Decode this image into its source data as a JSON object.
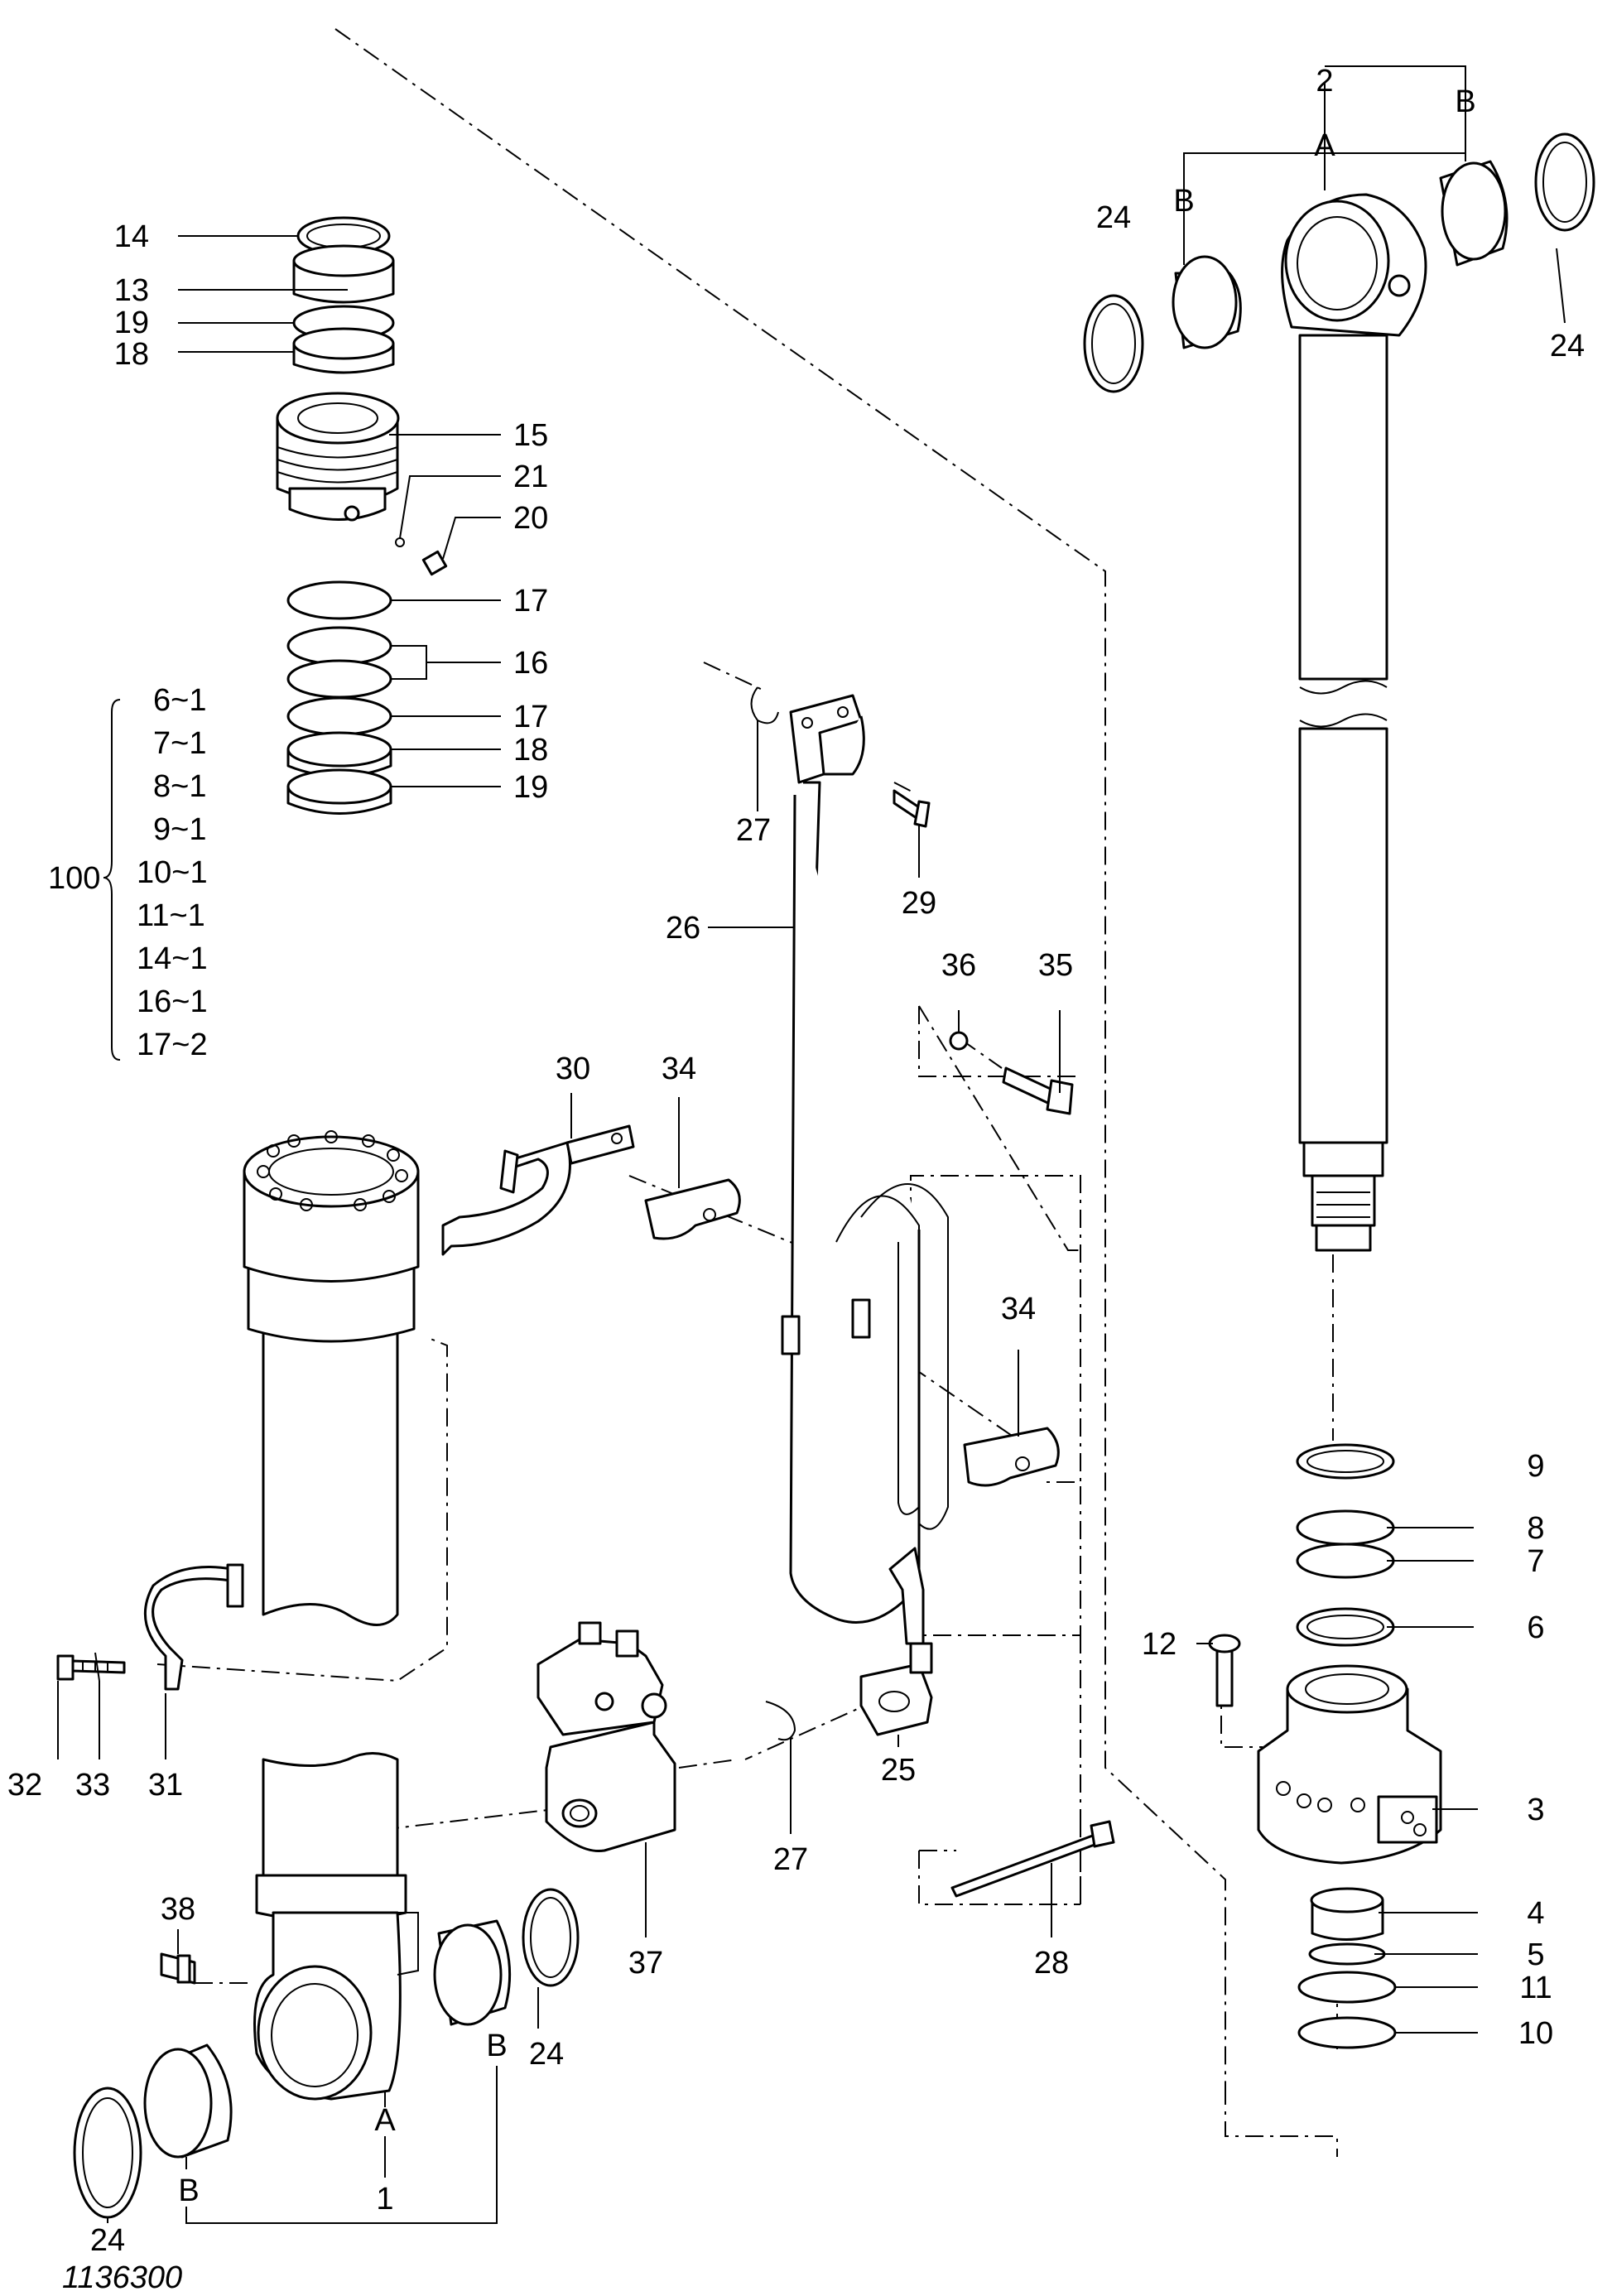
{
  "drawing_number": "1136300",
  "callouts": {
    "c1": "1",
    "c2": "2",
    "c3": "3",
    "c4": "4",
    "c5": "5",
    "c6": "6",
    "c7": "7",
    "c8": "8",
    "c9": "9",
    "c10": "10",
    "c11": "11",
    "c12": "12",
    "c13": "13",
    "c14": "14",
    "c15": "15",
    "c16": "16",
    "c17a": "17",
    "c17b": "17",
    "c18a": "18",
    "c18b": "18",
    "c19a": "19",
    "c19b": "19",
    "c20": "20",
    "c21": "21",
    "c24a": "24",
    "c24b": "24",
    "c24c": "24",
    "c24d": "24",
    "c25": "25",
    "c26": "26",
    "c27a": "27",
    "c27b": "27",
    "c28": "28",
    "c29": "29",
    "c30": "30",
    "c31": "31",
    "c32": "32",
    "c33": "33",
    "c34a": "34",
    "c34b": "34",
    "c35": "35",
    "c36": "36",
    "c37": "37",
    "c38": "38",
    "A_top": "A",
    "B_top_left": "B",
    "B_top_right": "B",
    "A_bottom": "A",
    "B_bottom_left": "B",
    "B_bottom_right": "B"
  },
  "kit": {
    "number": "100",
    "items": [
      "6~1",
      "7~1",
      "8~1",
      "9~1",
      "10~1",
      "11~1",
      "14~1",
      "16~1",
      "17~2"
    ]
  }
}
